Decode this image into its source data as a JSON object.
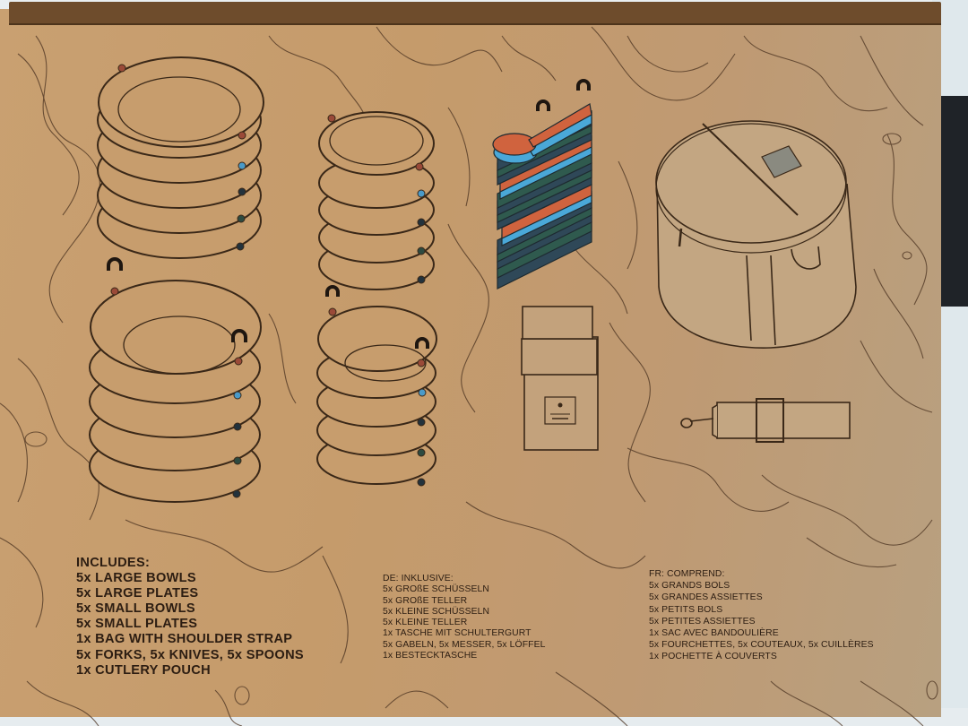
{
  "scene": {
    "subject": "Cardboard box back panel showing a camping dinnerware set",
    "colors": {
      "cardboard": "#c59b6b",
      "line_ink": "#3a2818",
      "flap": "#6e4c2c",
      "orange_cutlery": "#d0633e",
      "blue_cutlery": "#4aa8d8",
      "dark_blue_cutlery": "#2f4858",
      "green_cutlery": "#2f5a4e",
      "dot_red": "#9a4a38",
      "dot_blue": "#4a9ac8",
      "dot_dark": "#23323c",
      "dot_green": "#2d4a40"
    }
  },
  "illustrations": {
    "large_bowls": {
      "count": 5,
      "label": "large-bowls-stack"
    },
    "large_plates": {
      "count": 5,
      "label": "large-plates-stack"
    },
    "small_bowls": {
      "count": 5,
      "label": "small-bowls-stack"
    },
    "small_plates": {
      "count": 5,
      "label": "small-plates-stack"
    },
    "cutlery": {
      "count": 15,
      "label": "cutlery-stack"
    },
    "cutlery_pouch": {
      "label": "cutlery-pouch"
    },
    "bag": {
      "label": "round-bag"
    },
    "shoulder_strap": {
      "label": "shoulder-strap"
    },
    "magnet_icons": 7
  },
  "includes_en": {
    "title": "INCLUDES:",
    "items": [
      "5x LARGE BOWLS",
      "5x LARGE PLATES",
      "5x SMALL BOWLS",
      "5x SMALL PLATES",
      "1x BAG WITH SHOULDER STRAP",
      "5x FORKS, 5x KNIVES, 5x SPOONS",
      "1x CUTLERY POUCH"
    ]
  },
  "includes_de": {
    "title": "DE: INKLUSIVE:",
    "items": [
      "5x GROßE SCHÜSSELN",
      "5x GROßE TELLER",
      "5x KLEINE SCHÜSSELN",
      "5x KLEINE TELLER",
      "1x TASCHE MIT SCHULTERGURT",
      "5x GABELN, 5x MESSER, 5x LÖFFEL",
      "1x BESTECKTASCHE"
    ]
  },
  "includes_fr": {
    "title": "FR: COMPREND:",
    "items": [
      "5x GRANDS BOLS",
      "5x GRANDES ASSIETTES",
      "5x PETITS BOLS",
      "5x PETITES ASSIETTES",
      "1x SAC AVEC BANDOULIÈRE",
      "5x FOURCHETTES, 5x COUTEAUX, 5x CUILLÈRES",
      "1x POCHETTE À COUVERTS"
    ]
  }
}
